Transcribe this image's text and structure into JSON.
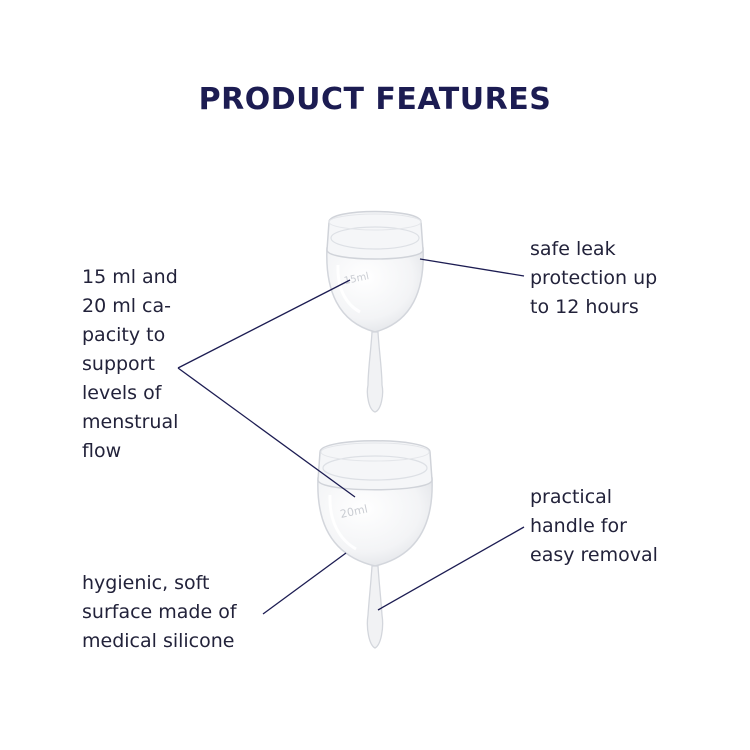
{
  "title": "PRODUCT FEATURES",
  "callouts": {
    "capacity": "15 ml and\n20 ml ca-\npacity to\nsupport\nlevels of\nmenstrual\nflow",
    "leak": "safe leak\nprotection up\nto 12 hours",
    "handle": "practical\nhandle for\neasy removal",
    "surface": "hygienic, soft\nsurface made of\nmedical silicone"
  },
  "cups": {
    "small_mark": "15ml",
    "large_mark": "20ml"
  },
  "colors": {
    "title": "#1c1c52",
    "text": "#22223a",
    "leader_line": "#1c1c52",
    "cup_outline": "#d3d6dc"
  }
}
